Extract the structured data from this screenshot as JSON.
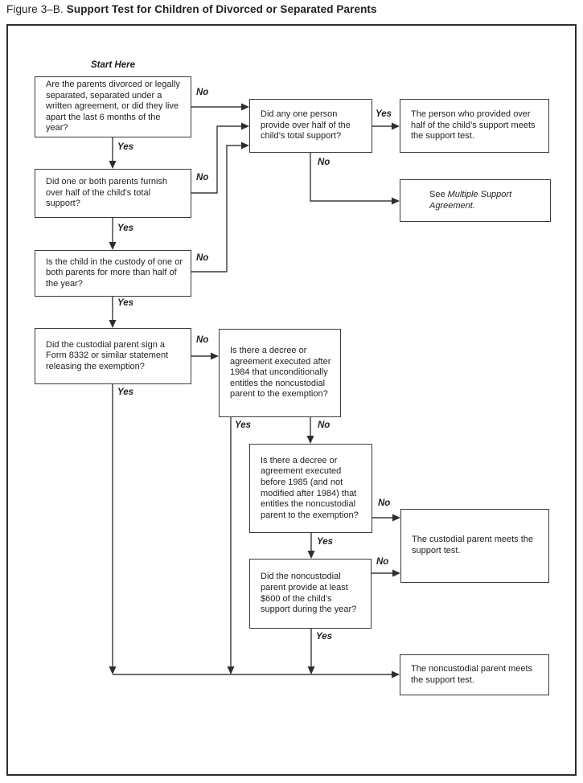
{
  "title": {
    "figure_label": "Figure 3–B.",
    "title_text": "Support Test for Children of Divorced or Separated Parents"
  },
  "flowchart": {
    "start_label": "Start Here",
    "branch_labels": {
      "yes": "Yes",
      "no": "No"
    },
    "questions": {
      "divorced_or_separated": "Are the parents divorced or legally separated, separated under a written agreement, or did they live apart the last 6 months of the year?",
      "parents_furnish_half": "Did one or both parents furnish over half of the child’s total support?",
      "custody_half_year": "Is the child in the custody of one or both parents for more than half of the year?",
      "form_8332_signed": "Did the custodial parent sign a Form 8332 or similar statement releasing the exemption?",
      "one_person_half_support": "Did any one person provide over half of the child’s total support?",
      "decree_after_1984": "Is there a decree or agreement executed after 1984 that unconditionally entitles the noncustodial parent to the exemption?",
      "decree_before_1985": "Is there a decree or agreement executed before 1985 (and not modified after 1984) that entitles the noncustodial parent to the exemption?",
      "noncustodial_600_support": "Did the noncustodial parent provide at least $600 of the child’s support during the year?"
    },
    "results": {
      "person_provided_half": "The person who provided over half of the child’s support meets the support test.",
      "see_prefix": "See ",
      "see_reference": "Multiple Support Agreement.",
      "custodial_meets": "The custodial parent meets the support test.",
      "noncustodial_meets": "The noncustodial parent meets the support test."
    }
  },
  "colors": {
    "line": "#3a3a3a",
    "box_border": "#3a3a3a",
    "text": "#222222",
    "background": "#ffffff"
  }
}
